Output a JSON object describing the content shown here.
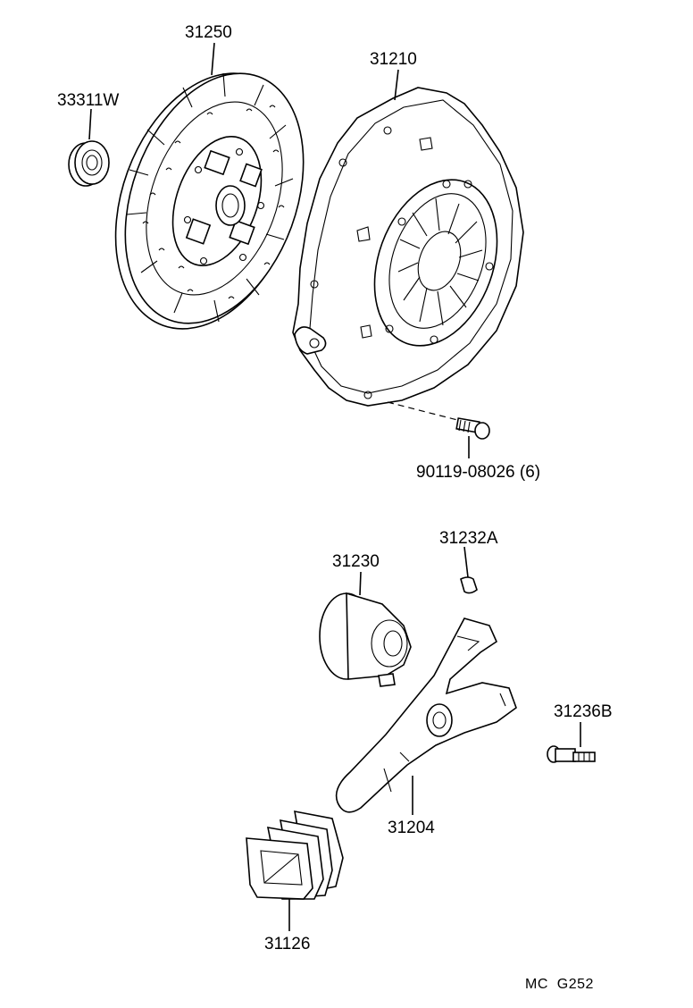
{
  "parts": [
    {
      "id": "disc",
      "number": "31250"
    },
    {
      "id": "bearing",
      "number": "33311W"
    },
    {
      "id": "cover",
      "number": "31210"
    },
    {
      "id": "bolt",
      "number": "90119-08026 (6)"
    },
    {
      "id": "clip",
      "number": "31232A"
    },
    {
      "id": "release_bearing",
      "number": "31230"
    },
    {
      "id": "pivot",
      "number": "31236B"
    },
    {
      "id": "fork",
      "number": "31204"
    },
    {
      "id": "boot",
      "number": "31126"
    }
  ],
  "diagram_code": "MC  G252"
}
